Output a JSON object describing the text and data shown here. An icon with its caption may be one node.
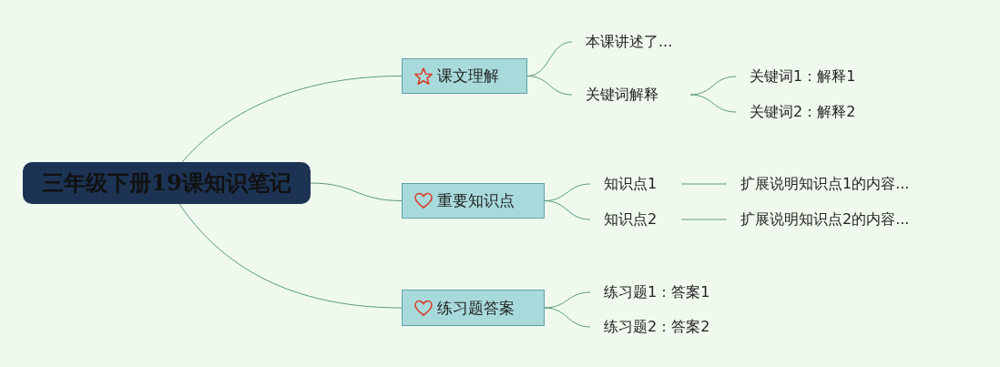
{
  "diagram": {
    "nodes": [
      {
        "text": [
          "三年级下册19课知识笔记"
        ]
      },
      {
        "text": [
          "课文理解"
        ]
      },
      {
        "text": [
          "重要知识点"
        ]
      },
      {
        "text": [
          "练习题答案"
        ]
      },
      {
        "text": [
          "本课讲述了..."
        ]
      },
      {
        "text": [
          "关键词解释"
        ]
      },
      {
        "text": [
          "关键词1：解释1"
        ]
      },
      {
        "text": [
          "关键词2：解释2"
        ]
      },
      {
        "text": [
          "知识点1"
        ]
      },
      {
        "text": [
          "知识点2"
        ]
      },
      {
        "text": [
          "扩展说明知识点1的内容..."
        ]
      },
      {
        "text": [
          "扩展说明知识点2的内容..."
        ]
      },
      {
        "text": [
          "练习题1：答案1"
        ]
      },
      {
        "text": [
          "练习题2：答案2"
        ]
      }
    ],
    "edges": [
      {
        "from": 0,
        "to": 1,
        "arrow": "none"
      },
      {
        "from": 0,
        "to": 2,
        "arrow": "none"
      },
      {
        "from": 0,
        "to": 3,
        "arrow": "none"
      },
      {
        "from": 1,
        "to": 4,
        "arrow": "none"
      },
      {
        "from": 1,
        "to": 5,
        "arrow": "none"
      },
      {
        "from": 5,
        "to": 6,
        "arrow": "none"
      },
      {
        "from": 5,
        "to": 7,
        "arrow": "none"
      },
      {
        "from": 2,
        "to": 8,
        "arrow": "none"
      },
      {
        "from": 2,
        "to": 9,
        "arrow": "none"
      },
      {
        "from": 8,
        "to": 10,
        "arrow": "none"
      },
      {
        "from": 9,
        "to": 11,
        "arrow": "none"
      },
      {
        "from": 3,
        "to": 12,
        "arrow": "none"
      },
      {
        "from": 3,
        "to": 13,
        "arrow": "none"
      }
    ]
  }
}
